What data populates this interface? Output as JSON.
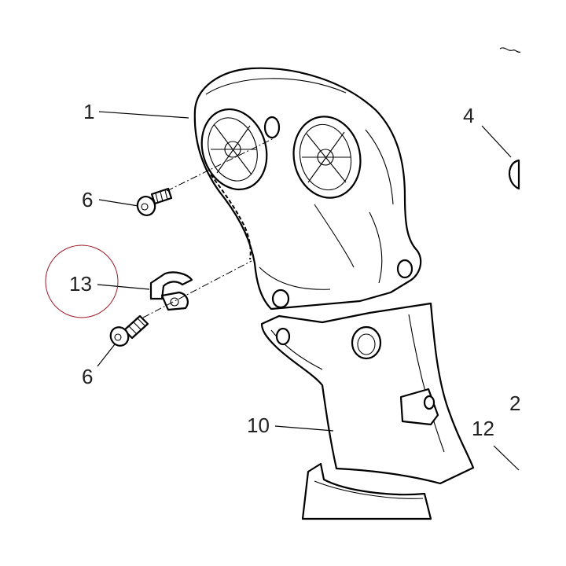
{
  "labels": {
    "cover_upper": "1",
    "screw_upper": "6",
    "part_right": "4",
    "clip": "13",
    "screw_lower": "6",
    "cover_lower": "10",
    "part_edge_right": "2",
    "part_lower_right": "12"
  },
  "colors": {
    "highlight_ring": "#9b1b2a",
    "line": "#000000"
  }
}
